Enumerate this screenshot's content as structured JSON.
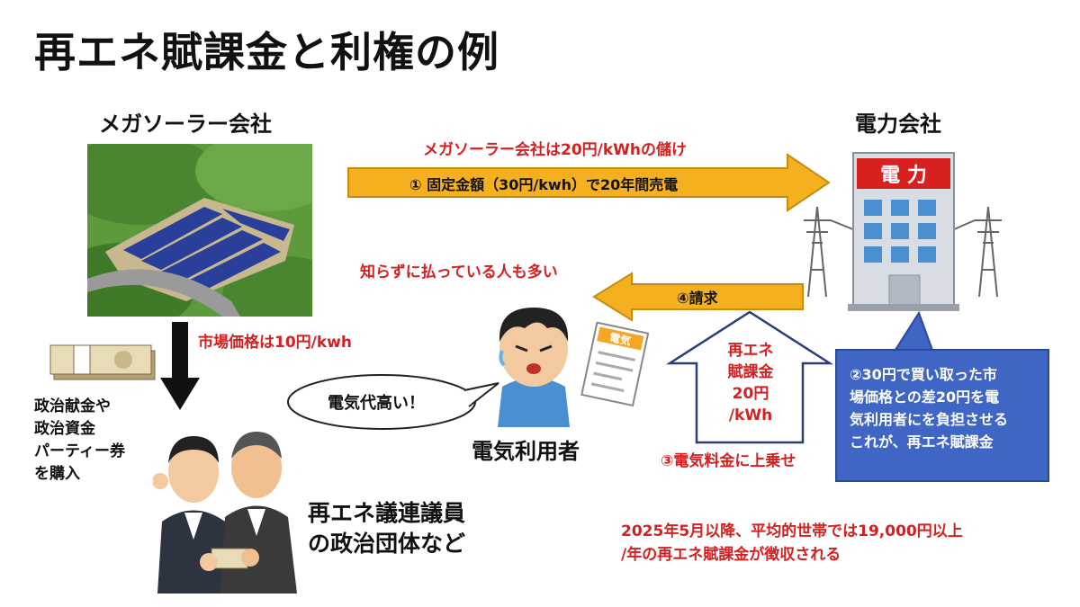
{
  "title": "再エネ賦課金と利権の例",
  "mega_solar": {
    "heading": "メガソーラー会社"
  },
  "power_company": {
    "heading": "電力会社",
    "sign_chars": "電 力"
  },
  "profit_note": "メガソーラー会社は20円/kWhの儲け",
  "arrow1_label": "① 固定金額（30円/kwh）で20年間売電",
  "market_price": "市場価格は10円/kwh",
  "unaware_note": "知らずに払っている人も多い",
  "arrow4_label": "④請求",
  "surcharge_arrow": {
    "line1": "再エネ",
    "line2": "賦課金",
    "line3": "20円",
    "line4": "/kWh"
  },
  "add_to_bill": "③電気料金に上乗せ",
  "blue_box": {
    "line1": "②30円で買い取った市",
    "line2": "場価格との差20円を電",
    "line3": "気利用者にを負担させる",
    "line4": "これが、再エネ賦課金"
  },
  "donation": {
    "line1": "政治献金や",
    "line2": "政治資金",
    "line3": "パーティー券",
    "line4": "を購入"
  },
  "speech": "電気代高い！",
  "consumer_label": "電気利用者",
  "bill_card": "電気",
  "politicians": {
    "line1": "再エネ議連議員",
    "line2": "の政治団体など"
  },
  "bottom_note": {
    "line1": "2025年5月以降、平均的世帯では19,000円以上",
    "line2": "/年の再エネ賦課金が徴収される"
  },
  "colors": {
    "arrow_fill": "#f5b020",
    "arrow_stroke": "#c98a10",
    "red_text": "#d42020",
    "blue_box": "#3f66c4",
    "hollow_arrow": "#2a3f7a"
  }
}
